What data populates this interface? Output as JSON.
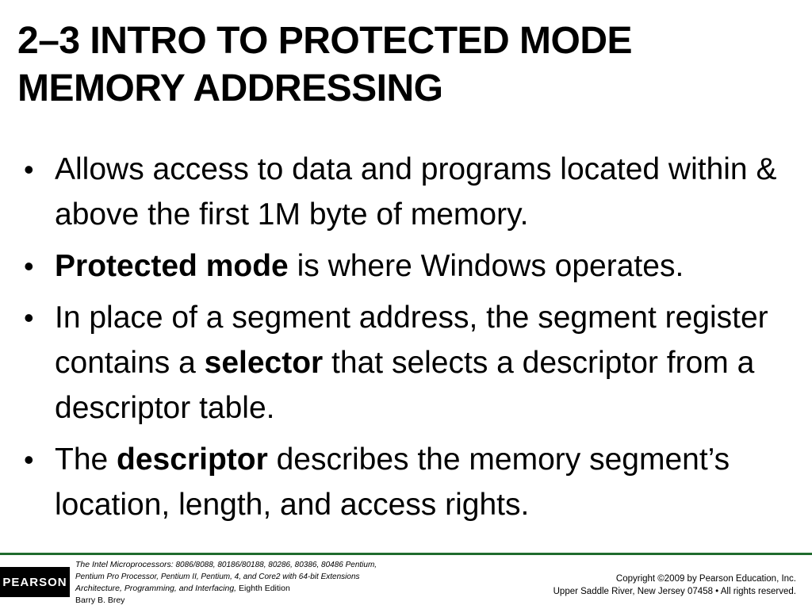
{
  "slide": {
    "title_line1": "2–3  INTRO TO PROTECTED MODE",
    "title_line2": "MEMORY ADDRESSING",
    "bullet_char": "•",
    "bullets": [
      {
        "text": "Allows access to data and programs located within & above the first 1M byte of memory."
      },
      {
        "bold": "Protected mode",
        "after": " is where Windows operates."
      },
      {
        "before": "In place of a segment address, the segment register contains a ",
        "bold": "selector",
        "after": " that selects a descriptor from a descriptor table."
      },
      {
        "before": "The ",
        "bold": "descriptor",
        "after": " describes the memory segment’s location, length, and access rights."
      }
    ]
  },
  "footer": {
    "logo": "PEARSON",
    "book_title": "The Intel Microprocessors:",
    "book_models": " 8086/8088, 80186/80188, 80286, 80386, 80486 Pentium,",
    "book_line2": "Pentium Pro Processor, Pentium II, Pentium, 4, and Core2 with 64-bit Extensions",
    "book_line3_italic": "Architecture, Programming, and Interfacing,",
    "book_line3_edition": " Eighth Edition",
    "author": "Barry B. Brey",
    "copyright_line1": "Copyright ©2009 by Pearson Education, Inc.",
    "copyright_line2": "Upper Saddle River, New Jersey 07458 • All rights reserved."
  }
}
